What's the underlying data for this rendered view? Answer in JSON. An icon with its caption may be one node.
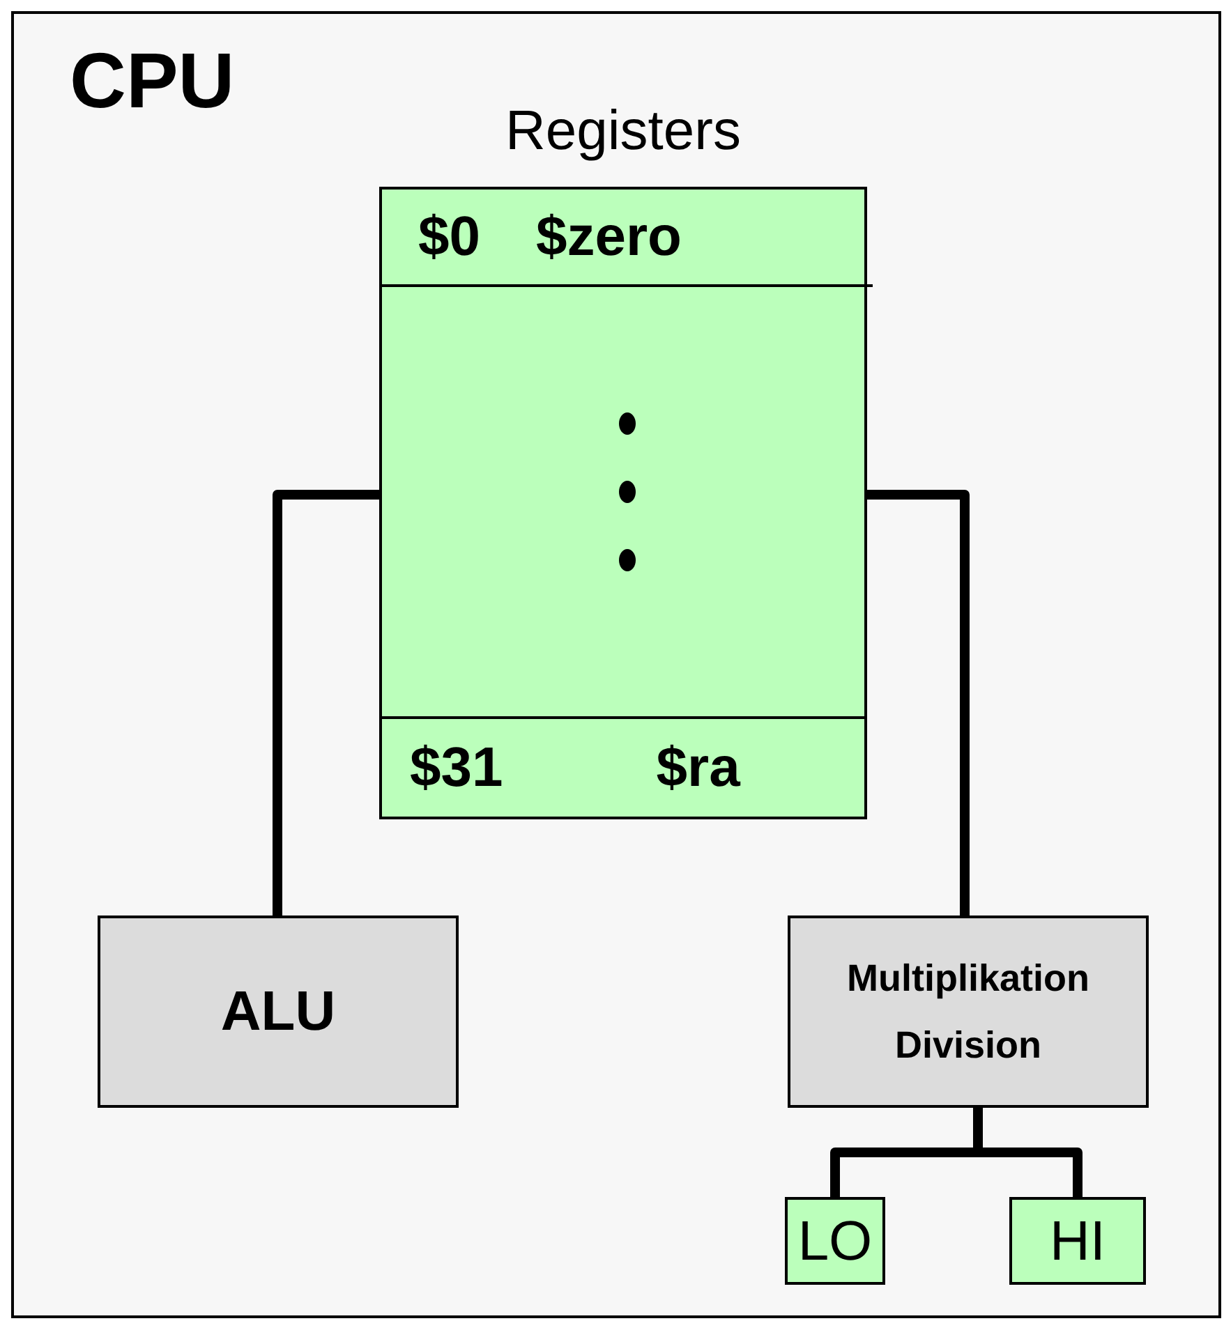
{
  "diagram": {
    "nodes": [
      {
        "text": [
          "CPU"
        ]
      },
      {
        "text": [
          "Registers"
        ],
        "in": 0
      },
      {
        "text": [
          "$0",
          "$zero"
        ],
        "in": 1
      },
      {
        "text": [
          "$31",
          "$ra"
        ],
        "in": 1
      },
      {
        "text": [
          "ALU"
        ],
        "in": 0
      },
      {
        "text": [
          "Multiplikation Division"
        ],
        "in": 0
      },
      {
        "text": [
          "LO"
        ],
        "in": 0
      },
      {
        "text": [
          "HI"
        ],
        "in": 0
      }
    ],
    "edges": [
      {
        "from": 1,
        "to": 4,
        "arrow": "none"
      },
      {
        "from": 1,
        "to": 5,
        "arrow": "none"
      },
      {
        "from": 5,
        "to": 6,
        "arrow": "none"
      },
      {
        "from": 5,
        "to": 7,
        "arrow": "none"
      }
    ]
  }
}
